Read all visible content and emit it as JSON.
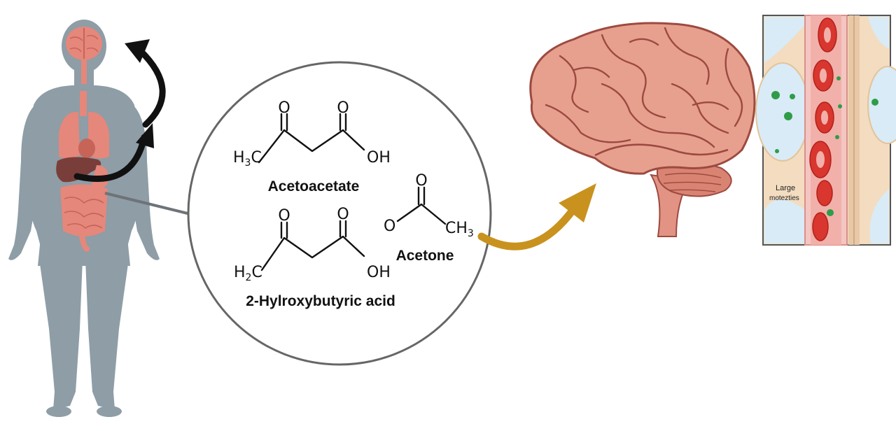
{
  "molecules": {
    "acetoacetate": {
      "name": "Acetoacetate",
      "methyl": "H",
      "methyl_sub": "3",
      "methyl_tail": "C",
      "oxygen_top_left": "O",
      "oxygen_top_right": "O",
      "hydroxyl": "OH"
    },
    "hydroxybutyric": {
      "name": "2-Hylroxybutyric acid",
      "methyl": "H",
      "methyl_sub": "2",
      "methyl_tail": "C",
      "oxygen_top_left": "O",
      "oxygen_top_right": "O",
      "hydroxyl": "OH"
    },
    "acetone": {
      "name": "Acetone",
      "oxygen_top": "O",
      "oxygen_left": "O",
      "methyl": "CH",
      "methyl_sub": "3"
    }
  },
  "inset": {
    "label_line1": "Large",
    "label_line2": "motezties"
  },
  "colors": {
    "body": "#8e9da6",
    "organ": "#e5877b",
    "organ_dark": "#c76458",
    "liver": "#7a3e3a",
    "arrow_dark": "#111111",
    "arrow_gold": "#c9921e",
    "brain": "#e8a08e",
    "brain_line": "#9c4a40",
    "vessel_wall": "#f4c6c2",
    "rbc": "#d8362e",
    "tissue": "#f3dcc0",
    "fluid": "#d9ebf6",
    "dot": "#2f9c48"
  }
}
